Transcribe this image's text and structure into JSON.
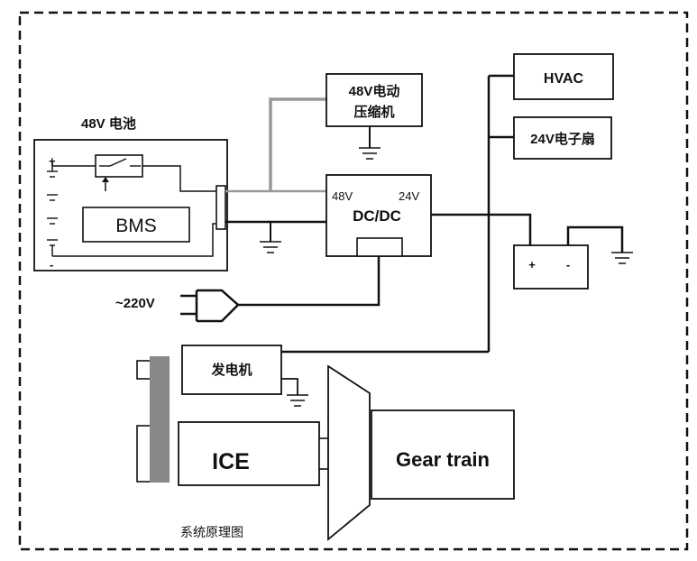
{
  "battery": {
    "title": "48V 电池",
    "bms": "BMS",
    "plus": "+",
    "minus": "-"
  },
  "compressor": {
    "line1": "48V电动",
    "line2": "压缩机"
  },
  "hvac": "HVAC",
  "fan": "24V电子扇",
  "dcdc": {
    "label": "DC/DC",
    "in": "48V",
    "out": "24V"
  },
  "battery24": {
    "plus": "+",
    "minus": "-"
  },
  "ac_input": "~220V",
  "generator": "发电机",
  "engine": "ICE",
  "gear": "Gear train",
  "caption": "系统原理图",
  "colors": {
    "wire": "#111111",
    "gray_wire": "#999999",
    "belt": "#888888"
  }
}
